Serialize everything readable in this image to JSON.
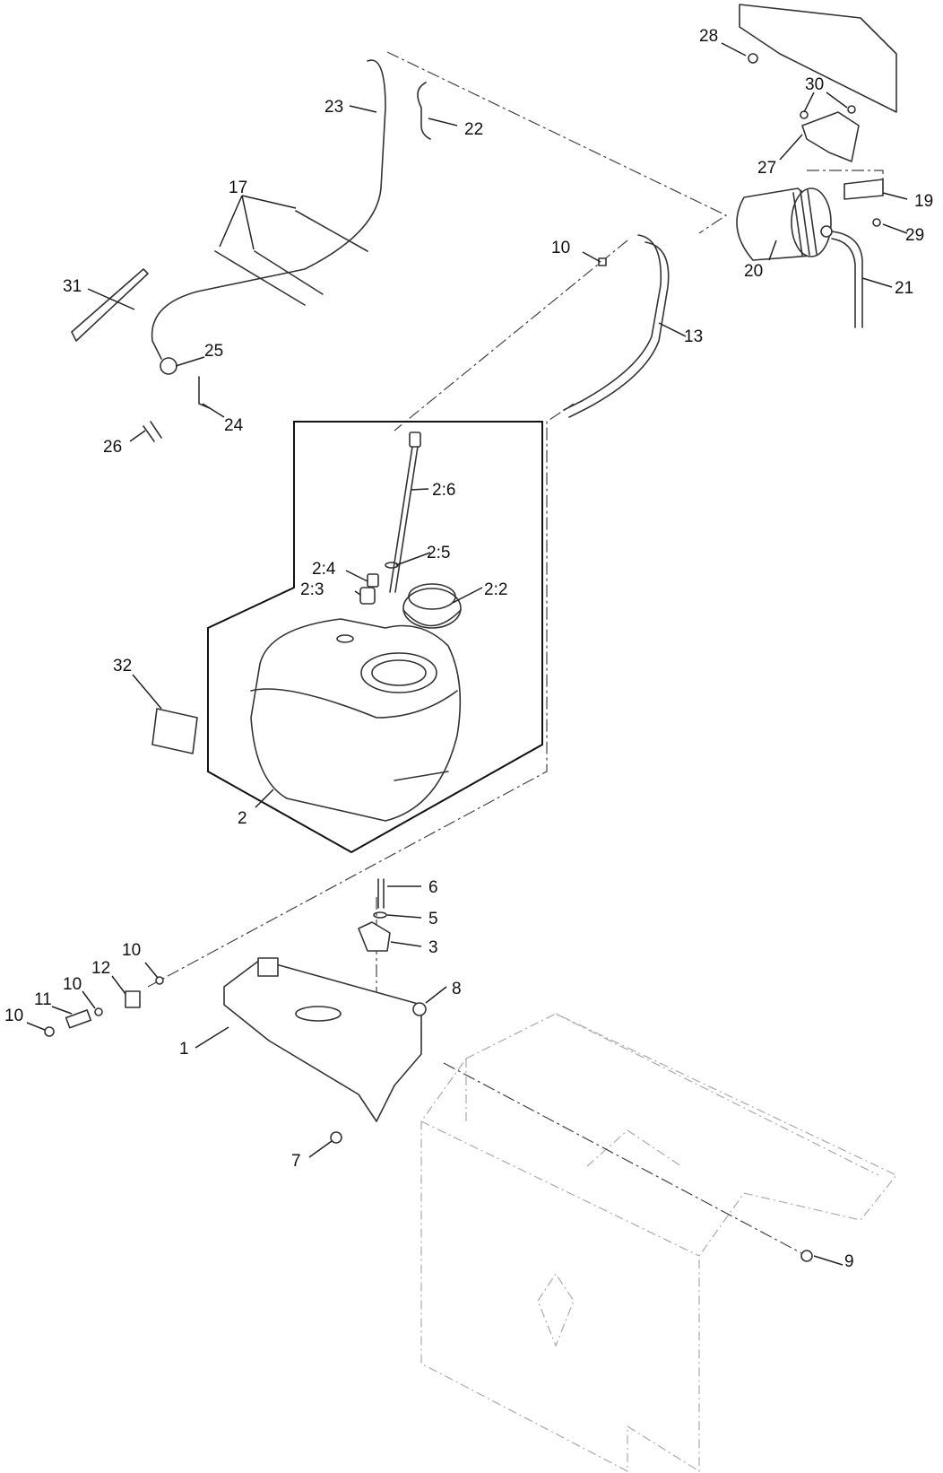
{
  "diagram": {
    "callouts": {
      "c1": "1",
      "c2": "2",
      "c2_2": "2:2",
      "c2_3": "2:3",
      "c2_4": "2:4",
      "c2_5": "2:5",
      "c2_6": "2:6",
      "c3": "3",
      "c5": "5",
      "c6": "6",
      "c7": "7",
      "c8": "8",
      "c9": "9",
      "c10_top": "10",
      "c10_a": "10",
      "c10_b": "10",
      "c10_c": "10",
      "c11": "11",
      "c12": "12",
      "c13": "13",
      "c17": "17",
      "c19": "19",
      "c20": "20",
      "c21": "21",
      "c22": "22",
      "c23": "23",
      "c24": "24",
      "c25": "25",
      "c26": "26",
      "c27": "27",
      "c28": "28",
      "c29": "29",
      "c30": "30",
      "c31": "31",
      "c32": "32"
    }
  }
}
